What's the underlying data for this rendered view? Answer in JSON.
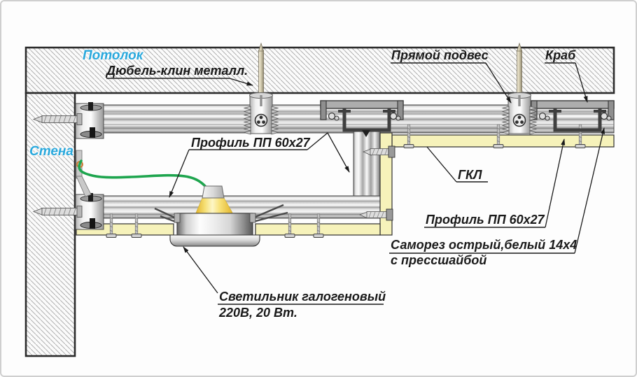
{
  "diagram": {
    "description": "Two-level suspended plasterboard ceiling construction scheme with recessed halogen spot light",
    "colors": {
      "accent_cyan": "#29a8dc",
      "label_color": "#1a1a1a",
      "board_yellow": "#f6f2ba",
      "wire_green": "#1ea54e",
      "lamp_yellow": "#f7df70",
      "hatch_gray": "#b0b0b0",
      "outline_dark": "#2b2b2b",
      "metal_light": "#f2f2f2",
      "metal_dark": "#8a8a8a"
    },
    "labels": {
      "ceiling": "Потолок",
      "wall": "Стена",
      "dowel": "Дюбель-клин металл.",
      "direct_hanger": "Прямой подвес",
      "crab": "Краб",
      "profile_top": "Профиль ПП 60х27",
      "gkl": "ГКЛ",
      "profile_right": "Профиль ПП 60х27",
      "screw_line1": "Саморез острый,белый 14х4",
      "screw_line2": "с прессшайбой",
      "lamp_line1": "Светильник галогеновый",
      "lamp_line2": "220В, 20 Вт."
    }
  }
}
